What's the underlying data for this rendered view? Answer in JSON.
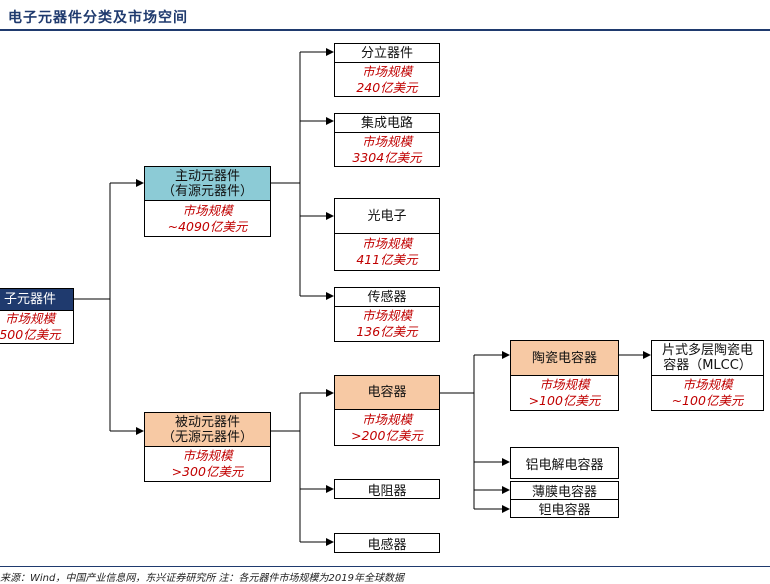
{
  "header": {
    "title": "电子元器件分类及市场空间"
  },
  "root": {
    "title": "子元器件",
    "market_label": "市场规模",
    "market_value": "500亿美元"
  },
  "active": {
    "title_line1": "主动元器件",
    "title_line2": "（有源元器件）",
    "market_label": "市场规模",
    "market_value": "~4090亿美元"
  },
  "passive": {
    "title_line1": "被动元器件",
    "title_line2": "（无源元器件）",
    "market_label": "市场规模",
    "market_value": ">300亿美元"
  },
  "discrete": {
    "title": "分立器件",
    "market_label": "市场规模",
    "market_value": "240亿美元"
  },
  "ic": {
    "title": "集成电路",
    "market_label": "市场规模",
    "market_value": "3304亿美元"
  },
  "optoelectronics": {
    "title": "光电子",
    "market_label": "市场规模",
    "market_value": "411亿美元"
  },
  "sensors": {
    "title": "传感器",
    "market_label": "市场规模",
    "market_value": "136亿美元"
  },
  "capacitor": {
    "title": "电容器",
    "market_label": "市场规模",
    "market_value": ">200亿美元"
  },
  "resistor": {
    "title": "电阻器"
  },
  "inductor": {
    "title": "电感器"
  },
  "ceramic_cap": {
    "title": "陶瓷电容器",
    "market_label": "市场规模",
    "market_value": ">100亿美元"
  },
  "mlcc": {
    "title_line1": "片式多层陶瓷电",
    "title_line2": "容器（MLCC）",
    "market_label": "市场规模",
    "market_value": "~100亿美元"
  },
  "aluminum_cap": {
    "title": "铝电解电容器"
  },
  "film_cap": {
    "title": "薄膜电容器"
  },
  "tantalum_cap": {
    "title": "钽电容器"
  },
  "footer": {
    "source": "来源：Wind，中国产业信息网，东兴证券研究所 注：各元器件市场规模为2019年全球数据"
  },
  "colors": {
    "navy": "#1f3a6e",
    "teal": "#8ccbd6",
    "peach": "#f7c9a4",
    "market_text": "#c00000"
  }
}
